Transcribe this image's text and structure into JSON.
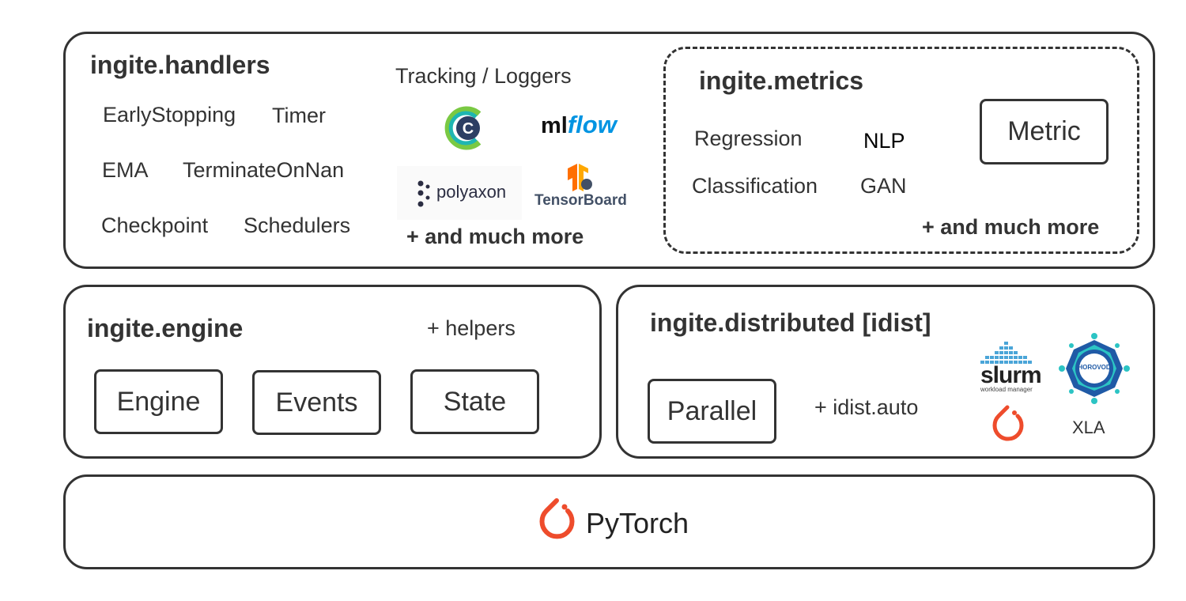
{
  "handlers": {
    "title": "ingite.handlers",
    "items": [
      "EarlyStopping",
      "Timer",
      "EMA",
      "TerminateOnNan",
      "Checkpoint",
      "Schedulers"
    ],
    "loggers_label": "Tracking / Loggers",
    "logos": [
      "clearml",
      "mlflow",
      "polyaxon",
      "TensorBoard"
    ],
    "logo_text": {
      "mlflow_ml": "ml",
      "mlflow_flow": "flow",
      "polyaxon": "polyaxon",
      "tensorboard": "TensorBoard"
    },
    "more": "+ and much more"
  },
  "metrics": {
    "title": "ingite.metrics",
    "items": [
      "Regression",
      "NLP",
      "Classification",
      "GAN"
    ],
    "metric_box": "Metric",
    "more": "+ and much more"
  },
  "engine": {
    "title": "ingite.engine",
    "helpers": "+ helpers",
    "boxes": [
      "Engine",
      "Events",
      "State"
    ]
  },
  "distributed": {
    "title": "ingite.distributed [idist]",
    "parallel": "Parallel",
    "auto": "+ idist.auto",
    "logo_text": {
      "slurm": "slurm",
      "slurm_sub": "workload manager",
      "horovod": "HOROVOD"
    },
    "xla": "XLA"
  },
  "pytorch": {
    "label": "PyTorch"
  },
  "colors": {
    "border": "#333333",
    "pytorch": "#ee4c2c",
    "mlflow_blue": "#0194e2",
    "slurm_blue": "#4aa5d8",
    "horovod_blue": "#1f5aa6",
    "horovod_teal": "#2cc4c4"
  }
}
